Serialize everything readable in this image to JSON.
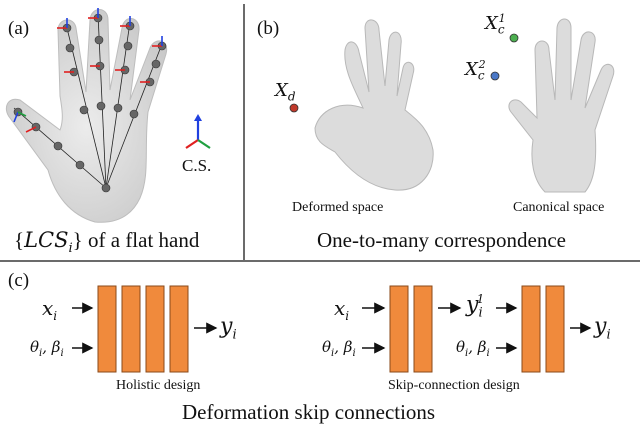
{
  "panel_a": {
    "label": "(a)",
    "caption": "{LCS_i} of a flat hand",
    "caption_pre": "{",
    "caption_var": "LCS",
    "caption_sub": "i",
    "caption_post": "} of a flat hand",
    "cs_label": "C.S."
  },
  "panel_b": {
    "label": "(b)",
    "xd_main": "X",
    "xd_sub": "d",
    "xc1_main": "X",
    "xc1_sub": "c",
    "xc1_sup": "1",
    "xc2_main": "X",
    "xc2_sub": "c",
    "xc2_sup": "2",
    "left_caption": "Deformed space",
    "right_caption": "Canonical space",
    "caption": "One-to-many correspondence",
    "colors": {
      "xd": "#c0392b",
      "xc1": "#4caf50",
      "xc2": "#4a78c8",
      "hand": "#dcdcdc"
    }
  },
  "panel_c": {
    "label": "(c)",
    "holistic": {
      "in_x": "x",
      "in_x_sub": "i",
      "in_theta": "θ",
      "in_theta_sub": "i",
      "in_beta": "β",
      "in_beta_sub": "i",
      "out_y": "y",
      "out_y_sub": "i",
      "caption": "Holistic design"
    },
    "skip": {
      "in_x": "x",
      "in_x_sub": "i",
      "in_theta": "θ",
      "in_theta_sub": "i",
      "in_beta": "β",
      "in_beta_sub": "i",
      "mid_y": "y",
      "mid_y_sub": "i",
      "mid_y_sup": "1",
      "in2_theta": "θ",
      "in2_theta_sub": "i",
      "in2_beta": "β",
      "in2_beta_sub": "i",
      "out_y": "y",
      "out_y_sub": "i",
      "caption": "Skip-connection design"
    },
    "caption": "Deformation skip connections",
    "block_color": "#f08a3c"
  }
}
